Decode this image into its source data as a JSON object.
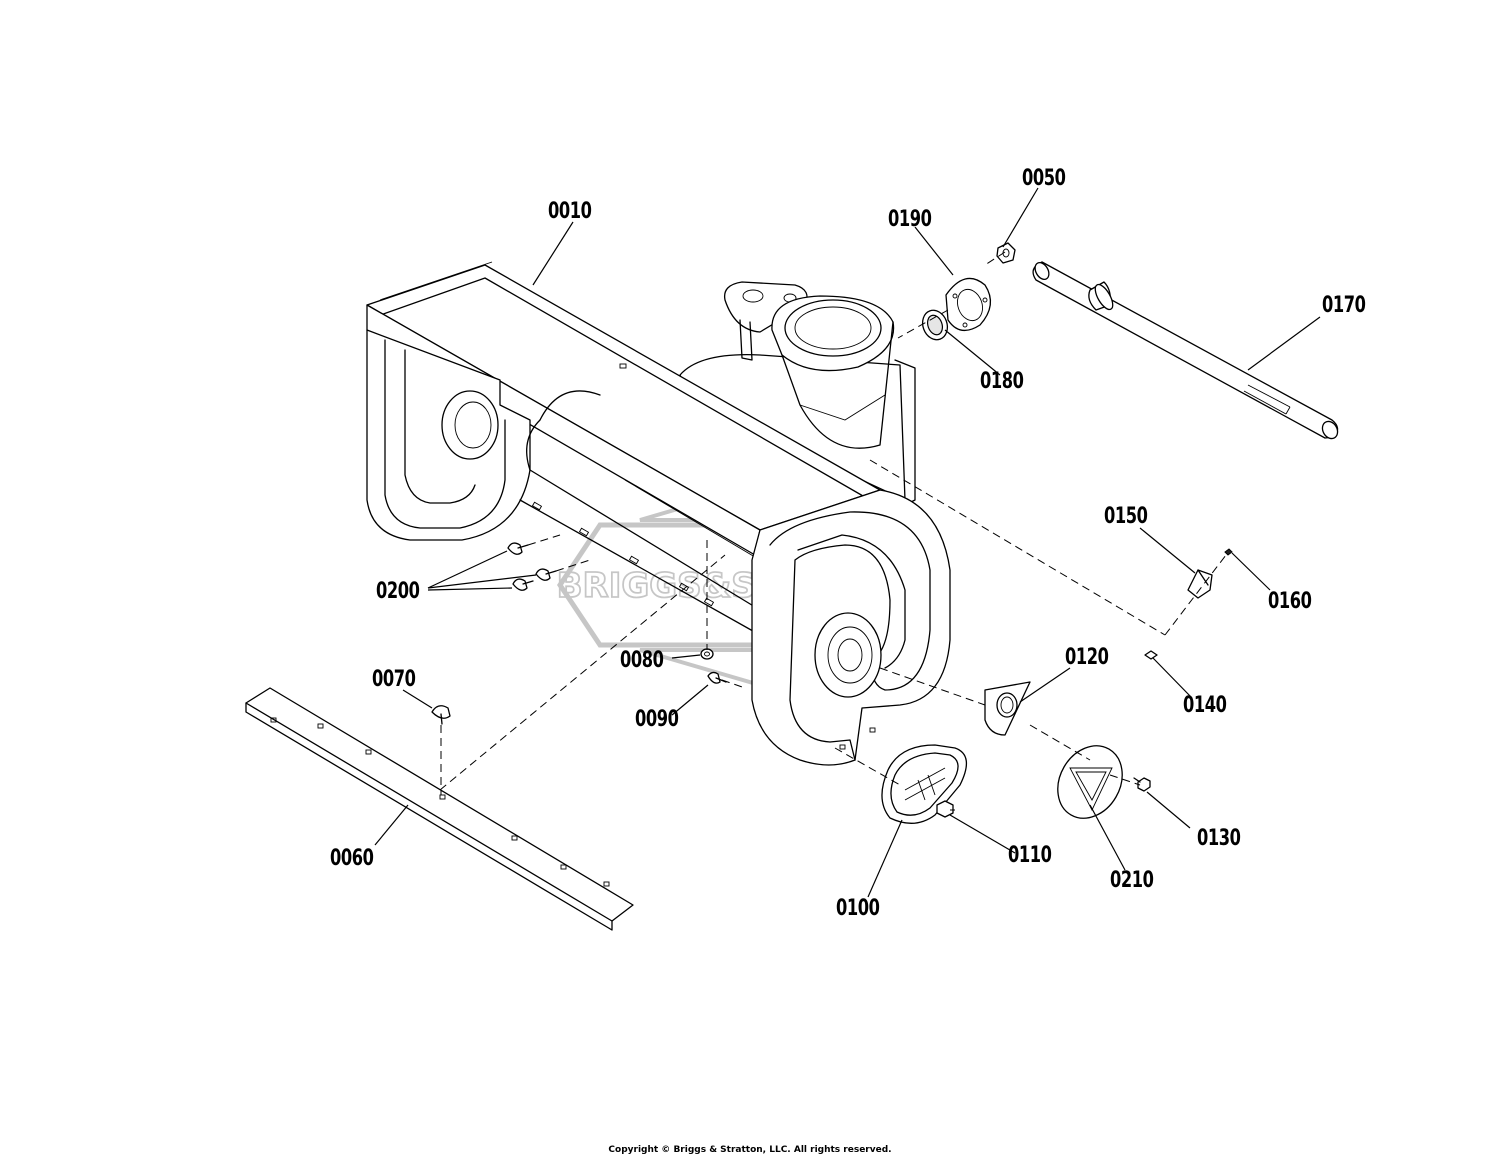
{
  "watermark_text": "BRIGGS&STRATTON",
  "labels": {
    "p0010": "0010",
    "p0050": "0050",
    "p0060": "0060",
    "p0070": "0070",
    "p0080": "0080",
    "p0090": "0090",
    "p0100": "0100",
    "p0110": "0110",
    "p0120": "0120",
    "p0130": "0130",
    "p0140": "0140",
    "p0150": "0150",
    "p0160": "0160",
    "p0170": "0170",
    "p0180": "0180",
    "p0190": "0190",
    "p0200": "0200",
    "p0210": "0210"
  },
  "copyright": "Copyright © Briggs & Stratton, LLC. All rights reserved."
}
